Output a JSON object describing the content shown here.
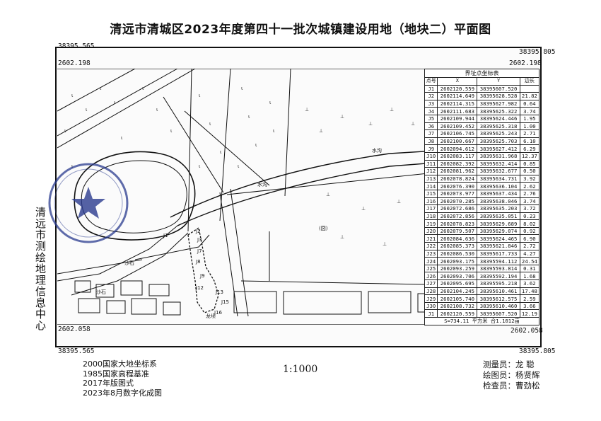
{
  "title": "清远市清城区2023年度第四十一批次城镇建设用地（地块二）平面图",
  "corners": {
    "top_left_x": "38395.565",
    "top_right_x": "38395.805",
    "top_left_y": "2602.198",
    "top_right_y": "2602.198",
    "bottom_left_y": "2602.058",
    "bottom_right_y": "2602.058",
    "bottom_left_x": "38395.565",
    "bottom_right_x": "38395.805"
  },
  "side_label": "清远市测绘地理信息中心",
  "table": {
    "caption": "界址点坐标表",
    "headers": [
      "点号",
      "X",
      "Y",
      "边长"
    ],
    "rows": [
      {
        "pt": "J1",
        "x": "2602120.559",
        "y": "38395607.520",
        "len": ""
      },
      {
        "pt": "J2",
        "x": "2602114.649",
        "y": "38395628.528",
        "len": "21.82"
      },
      {
        "pt": "J3",
        "x": "2602114.315",
        "y": "38395627.982",
        "len": "0.64"
      },
      {
        "pt": "J4",
        "x": "2602111.683",
        "y": "38395625.322",
        "len": "3.74"
      },
      {
        "pt": "J5",
        "x": "2602109.944",
        "y": "38395624.446",
        "len": "1.95"
      },
      {
        "pt": "J6",
        "x": "2602109.452",
        "y": "38395625.318",
        "len": "1.00"
      },
      {
        "pt": "J7",
        "x": "2602106.745",
        "y": "38395625.243",
        "len": "2.71"
      },
      {
        "pt": "J8",
        "x": "2602100.667",
        "y": "38395625.703",
        "len": "6.10"
      },
      {
        "pt": "J9",
        "x": "2602094.612",
        "y": "38395627.412",
        "len": "6.29"
      },
      {
        "pt": "J10",
        "x": "2602083.117",
        "y": "38395631.968",
        "len": "12.37"
      },
      {
        "pt": "J11",
        "x": "2602082.392",
        "y": "38395632.414",
        "len": "0.85"
      },
      {
        "pt": "J12",
        "x": "2602081.962",
        "y": "38395632.677",
        "len": "0.50"
      },
      {
        "pt": "J13",
        "x": "2602078.824",
        "y": "38395634.731",
        "len": "3.92"
      },
      {
        "pt": "J14",
        "x": "2602076.390",
        "y": "38395636.104",
        "len": "2.62"
      },
      {
        "pt": "J15",
        "x": "2602073.977",
        "y": "38395637.434",
        "len": "2.76"
      },
      {
        "pt": "J16",
        "x": "2602070.285",
        "y": "38395638.046",
        "len": "3.74"
      },
      {
        "pt": "J17",
        "x": "2602072.686",
        "y": "38395635.203",
        "len": "3.72"
      },
      {
        "pt": "J18",
        "x": "2602072.856",
        "y": "38395635.051",
        "len": "0.23"
      },
      {
        "pt": "J19",
        "x": "2602078.823",
        "y": "38395629.689",
        "len": "8.02"
      },
      {
        "pt": "J20",
        "x": "2602079.507",
        "y": "38395629.074",
        "len": "0.92"
      },
      {
        "pt": "J21",
        "x": "2602084.636",
        "y": "38395624.465",
        "len": "6.90"
      },
      {
        "pt": "J22",
        "x": "2602085.373",
        "y": "38395621.846",
        "len": "2.72"
      },
      {
        "pt": "J23",
        "x": "2602086.530",
        "y": "38395617.733",
        "len": "4.27"
      },
      {
        "pt": "J24",
        "x": "2602093.175",
        "y": "38395594.112",
        "len": "24.54"
      },
      {
        "pt": "J25",
        "x": "2602093.259",
        "y": "38395593.814",
        "len": "0.31"
      },
      {
        "pt": "J26",
        "x": "2602093.706",
        "y": "38395592.194",
        "len": "1.68"
      },
      {
        "pt": "J27",
        "x": "2602095.695",
        "y": "38395595.218",
        "len": "3.62"
      },
      {
        "pt": "J28",
        "x": "2602104.245",
        "y": "38395610.461",
        "len": "17.48"
      },
      {
        "pt": "J29",
        "x": "2602105.740",
        "y": "38395612.575",
        "len": "2.59"
      },
      {
        "pt": "J30",
        "x": "2602108.732",
        "y": "38395610.460",
        "len": "3.66"
      },
      {
        "pt": "J1",
        "x": "2602120.559",
        "y": "38395607.520",
        "len": "12.19"
      }
    ],
    "footer_area": "S=734.11 平方米 合1.1012亩"
  },
  "map_labels": {
    "j_points": [
      "J1",
      "J2",
      "J3",
      "J7",
      "J8",
      "J9",
      "J12",
      "J13",
      "J15",
      "J16"
    ],
    "ditch1": "水沟",
    "ditch2": "水沟",
    "stone1": "沙石",
    "stone2": "沙石",
    "longgang": "龙坝",
    "parcel_mark": "(㘝)"
  },
  "notes_left": [
    "2000国家大地坐标系",
    "1985国家高程基准",
    "2017年版图式",
    "2023年8月数字化成图"
  ],
  "scale": "1:1000",
  "staff": [
    {
      "role": "测量员：",
      "name": "龙  聪"
    },
    {
      "role": "绘图员：",
      "name": "杨贤辉"
    },
    {
      "role": "检查员：",
      "name": "曹劲松"
    }
  ],
  "colors": {
    "ink": "#111111",
    "stamp": "#2a3b8f",
    "paper": "#ffffff"
  },
  "icons": {
    "seal": "seal-star-icon"
  }
}
